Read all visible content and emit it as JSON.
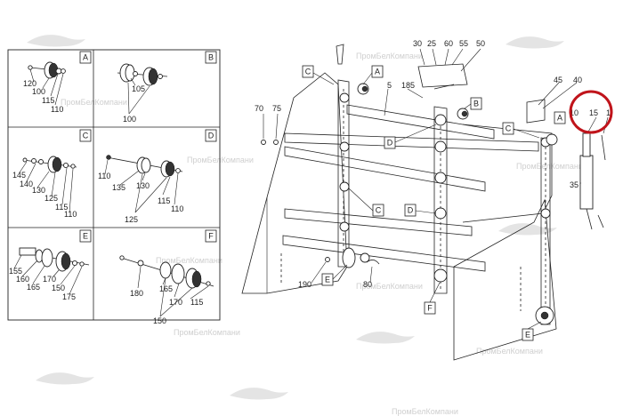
{
  "watermark": "ПромБелКомпани",
  "highlight_color": "#c0141b",
  "detail_panels": [
    {
      "id": "A",
      "callouts": [
        "120",
        "100",
        "115",
        "110"
      ]
    },
    {
      "id": "B",
      "callouts": [
        "105",
        "100"
      ]
    },
    {
      "id": "C",
      "callouts": [
        "145",
        "140",
        "130",
        "125",
        "115",
        "110"
      ]
    },
    {
      "id": "D",
      "callouts": [
        "110",
        "135",
        "130",
        "115",
        "110",
        "125"
      ]
    },
    {
      "id": "E",
      "callouts": [
        "155",
        "160",
        "165",
        "170",
        "150",
        "175"
      ]
    },
    {
      "id": "F",
      "callouts": [
        "180",
        "165",
        "170",
        "115",
        "150"
      ]
    }
  ],
  "main_callouts": [
    "30",
    "25",
    "60",
    "55",
    "50",
    "5",
    "185",
    "70",
    "75",
    "45",
    "40",
    "10",
    "15",
    "1",
    "35",
    "190",
    "80"
  ],
  "main_letters": [
    "C",
    "A",
    "B",
    "D",
    "C",
    "A",
    "D",
    "C",
    "E",
    "F",
    "E"
  ]
}
